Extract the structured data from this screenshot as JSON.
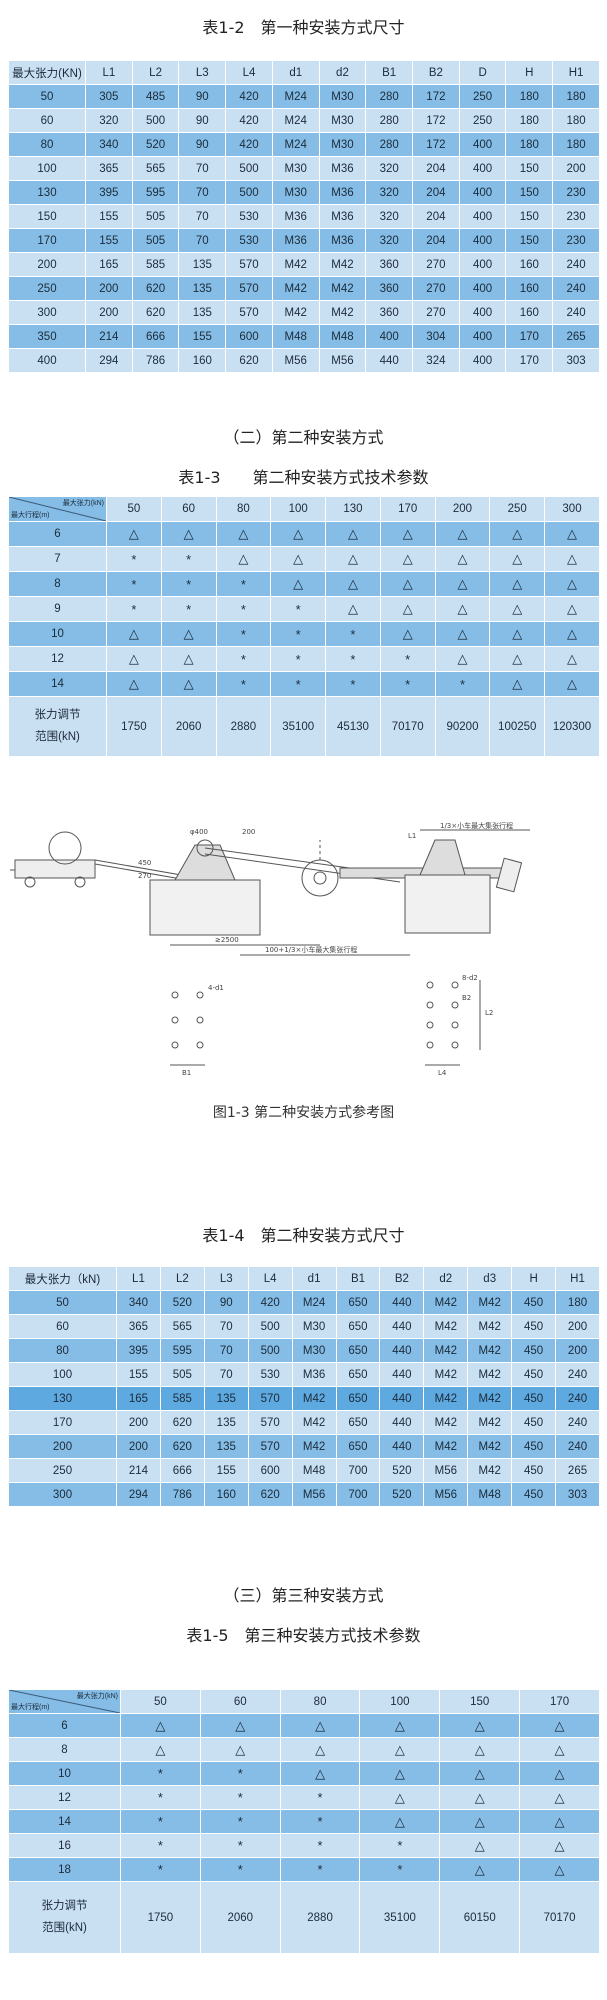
{
  "table12": {
    "title": "表1-2　第一种安装方式尺寸",
    "header": [
      "最大张力(KN)",
      "L1",
      "L2",
      "L3",
      "L4",
      "d1",
      "d2",
      "B1",
      "B2",
      "D",
      "H",
      "H1"
    ],
    "rows": [
      [
        "50",
        "305",
        "485",
        "90",
        "420",
        "M24",
        "M30",
        "280",
        "172",
        "250",
        "180",
        "180"
      ],
      [
        "60",
        "320",
        "500",
        "90",
        "420",
        "M24",
        "M30",
        "280",
        "172",
        "250",
        "180",
        "180"
      ],
      [
        "80",
        "340",
        "520",
        "90",
        "420",
        "M24",
        "M30",
        "280",
        "172",
        "400",
        "180",
        "180"
      ],
      [
        "100",
        "365",
        "565",
        "70",
        "500",
        "M30",
        "M36",
        "320",
        "204",
        "400",
        "150",
        "200"
      ],
      [
        "130",
        "395",
        "595",
        "70",
        "500",
        "M30",
        "M36",
        "320",
        "204",
        "400",
        "150",
        "230"
      ],
      [
        "150",
        "155",
        "505",
        "70",
        "530",
        "M36",
        "M36",
        "320",
        "204",
        "400",
        "150",
        "230"
      ],
      [
        "170",
        "155",
        "505",
        "70",
        "530",
        "M36",
        "M36",
        "320",
        "204",
        "400",
        "150",
        "230"
      ],
      [
        "200",
        "165",
        "585",
        "135",
        "570",
        "M42",
        "M42",
        "360",
        "270",
        "400",
        "160",
        "240"
      ],
      [
        "250",
        "200",
        "620",
        "135",
        "570",
        "M42",
        "M42",
        "360",
        "270",
        "400",
        "160",
        "240"
      ],
      [
        "300",
        "200",
        "620",
        "135",
        "570",
        "M42",
        "M42",
        "360",
        "270",
        "400",
        "160",
        "240"
      ],
      [
        "350",
        "214",
        "666",
        "155",
        "600",
        "M48",
        "M48",
        "400",
        "304",
        "400",
        "170",
        "265"
      ],
      [
        "400",
        "294",
        "786",
        "160",
        "620",
        "M56",
        "M56",
        "440",
        "324",
        "400",
        "170",
        "303"
      ]
    ]
  },
  "section2_heading": "（二）第二种安装方式",
  "table13": {
    "title": "表1-3　　第二种安装方式技术参数",
    "corner_top": "最大张力(kN)",
    "corner_bottom": "最大行程(m)",
    "cols": [
      "50",
      "60",
      "80",
      "100",
      "130",
      "170",
      "200",
      "250",
      "300"
    ],
    "rows": [
      {
        "label": "6",
        "vals": [
          "△",
          "△",
          "△",
          "△",
          "△",
          "△",
          "△",
          "△",
          "△"
        ]
      },
      {
        "label": "7",
        "vals": [
          "*",
          "*",
          "△",
          "△",
          "△",
          "△",
          "△",
          "△",
          "△"
        ]
      },
      {
        "label": "8",
        "vals": [
          "*",
          "*",
          "*",
          "△",
          "△",
          "△",
          "△",
          "△",
          "△"
        ]
      },
      {
        "label": "9",
        "vals": [
          "*",
          "*",
          "*",
          "*",
          "△",
          "△",
          "△",
          "△",
          "△"
        ]
      },
      {
        "label": "10",
        "vals": [
          "△",
          "△",
          "*",
          "*",
          "*",
          "△",
          "△",
          "△",
          "△"
        ]
      },
      {
        "label": "12",
        "vals": [
          "△",
          "△",
          "*",
          "*",
          "*",
          "*",
          "△",
          "△",
          "△"
        ]
      },
      {
        "label": "14",
        "vals": [
          "△",
          "△",
          "*",
          "*",
          "*",
          "*",
          "*",
          "△",
          "△"
        ]
      }
    ],
    "footer_label_1": "张力调节",
    "footer_label_2": "范围(kN)",
    "footer_vals": [
      "1750",
      "2060",
      "2880",
      "35100",
      "45130",
      "70170",
      "90200",
      "100250",
      "120300"
    ]
  },
  "figure13": {
    "caption": "图1-3 第二种安装方式参考图",
    "label_phi400": "φ400",
    "label_200": "200",
    "label_450": "450",
    "label_270": "270",
    "label_2500": "≥2500",
    "label_mid": "100+1/3×小车最大集张行程",
    "label_right": "1/3×小车最大集张行程",
    "label_L1": "L1",
    "label_L2": "L2",
    "label_L4": "L4",
    "label_B1": "B1",
    "label_B2": "B2",
    "label_d1": "4-d1",
    "label_d2": "8-d2"
  },
  "table14": {
    "title": "表1-4　第二种安装方式尺寸",
    "header": [
      "最大张力（kN)",
      "L1",
      "L2",
      "L3",
      "L4",
      "d1",
      "B1",
      "B2",
      "d2",
      "d3",
      "H",
      "H1"
    ],
    "rows": [
      [
        "50",
        "340",
        "520",
        "90",
        "420",
        "M24",
        "650",
        "440",
        "M42",
        "M42",
        "450",
        "180"
      ],
      [
        "60",
        "365",
        "565",
        "70",
        "500",
        "M30",
        "650",
        "440",
        "M42",
        "M42",
        "450",
        "200"
      ],
      [
        "80",
        "395",
        "595",
        "70",
        "500",
        "M30",
        "650",
        "440",
        "M42",
        "M42",
        "450",
        "200"
      ],
      [
        "100",
        "155",
        "505",
        "70",
        "530",
        "M36",
        "650",
        "440",
        "M42",
        "M42",
        "450",
        "240"
      ],
      [
        "130",
        "165",
        "585",
        "135",
        "570",
        "M42",
        "650",
        "440",
        "M42",
        "M42",
        "450",
        "240"
      ],
      [
        "170",
        "200",
        "620",
        "135",
        "570",
        "M42",
        "650",
        "440",
        "M42",
        "M42",
        "450",
        "240"
      ],
      [
        "200",
        "200",
        "620",
        "135",
        "570",
        "M42",
        "650",
        "440",
        "M42",
        "M42",
        "450",
        "240"
      ],
      [
        "250",
        "214",
        "666",
        "155",
        "600",
        "M48",
        "700",
        "520",
        "M56",
        "M42",
        "450",
        "265"
      ],
      [
        "300",
        "294",
        "786",
        "160",
        "620",
        "M56",
        "700",
        "520",
        "M56",
        "M48",
        "450",
        "303"
      ]
    ]
  },
  "section3_heading": "（三）第三种安装方式",
  "table15": {
    "title": "表1-5　第三种安装方式技术参数",
    "corner_top": "最大张力(kN)",
    "corner_bottom": "最大行程(m)",
    "cols": [
      "50",
      "60",
      "80",
      "100",
      "150",
      "170"
    ],
    "rows": [
      {
        "label": "6",
        "vals": [
          "△",
          "△",
          "△",
          "△",
          "△",
          "△"
        ]
      },
      {
        "label": "8",
        "vals": [
          "△",
          "△",
          "△",
          "△",
          "△",
          "△"
        ]
      },
      {
        "label": "10",
        "vals": [
          "*",
          "*",
          "△",
          "△",
          "△",
          "△"
        ]
      },
      {
        "label": "12",
        "vals": [
          "*",
          "*",
          "*",
          "△",
          "△",
          "△"
        ]
      },
      {
        "label": "14",
        "vals": [
          "*",
          "*",
          "*",
          "△",
          "△",
          "△"
        ]
      },
      {
        "label": "16",
        "vals": [
          "*",
          "*",
          "*",
          "*",
          "△",
          "△"
        ]
      },
      {
        "label": "18",
        "vals": [
          "*",
          "*",
          "*",
          "*",
          "△",
          "△"
        ]
      }
    ],
    "footer_label_1": "张力调节",
    "footer_label_2": "范围(kN)",
    "footer_vals": [
      "1750",
      "2060",
      "2880",
      "35100",
      "60150",
      "70170"
    ]
  }
}
